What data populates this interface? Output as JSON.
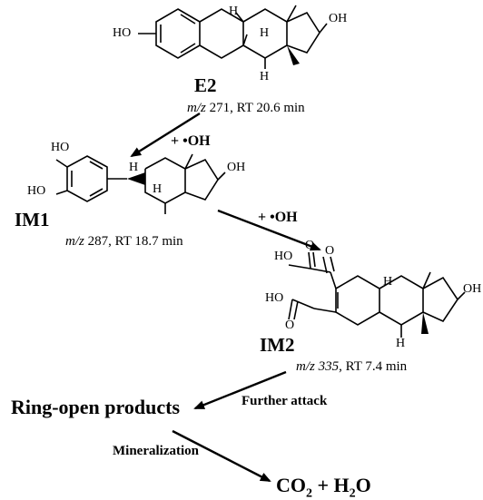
{
  "compounds": {
    "e2": {
      "name": "E2",
      "mz_prefix": "m/z",
      "mz_value": "271",
      "rt": ", RT 20.6 min"
    },
    "im1": {
      "name": "IM1",
      "mz_prefix": "m/z",
      "mz_value": "287",
      "rt": ", RT 18.7 min"
    },
    "im2": {
      "name": "IM2",
      "mz_prefix": "m/z",
      "mz_value": "335",
      "rt": ", RT 7.4 min"
    }
  },
  "reagents": {
    "step1": "+ •OH",
    "step2": "+ •OH"
  },
  "steps": {
    "further_attack": "Further attack",
    "mineralization": "Mineralization"
  },
  "products": {
    "ring_open": "Ring-open products",
    "final_co2": "CO",
    "final_co2_sub": "2",
    "final_plus": " + H",
    "final_h2o_sub": "2",
    "final_o": "O"
  },
  "atoms": {
    "ho": "HO",
    "oh": "OH",
    "h": "H",
    "o": "O"
  }
}
